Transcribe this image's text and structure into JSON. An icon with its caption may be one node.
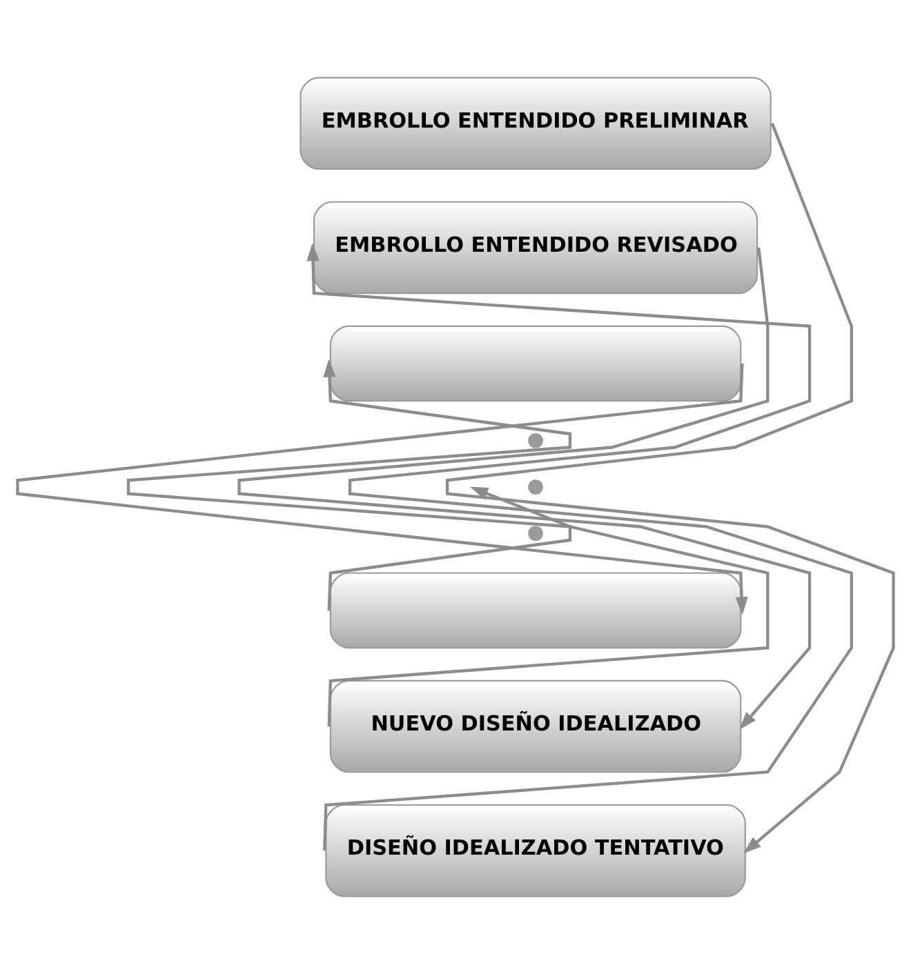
{
  "diagram": {
    "nodes": [
      {
        "text": [
          "EMBROLLO ENTENDIDO PRELIMINAR"
        ]
      },
      {
        "text": [
          "EMBROLLO ENTENDIDO REVISADO"
        ]
      },
      {
        "text": [],
        "shape": "box"
      },
      {
        "text": [],
        "shape": "box"
      },
      {
        "text": [
          "NUEVO DISEÑO IDEALIZADO"
        ]
      },
      {
        "text": [
          "DISEÑO IDEALIZADO TENTATIVO"
        ]
      }
    ],
    "edges": [
      {
        "from": 0,
        "to": 5,
        "arrow": "to"
      },
      {
        "from": 5,
        "to": 1,
        "arrow": "to"
      },
      {
        "from": 1,
        "to": 4,
        "arrow": "to"
      },
      {
        "from": 4,
        "to": 2,
        "arrow": "to"
      },
      {
        "from": 2,
        "to": 3,
        "arrow": "to"
      },
      {
        "from": 3,
        "to": null,
        "arrow": "to"
      }
    ]
  }
}
